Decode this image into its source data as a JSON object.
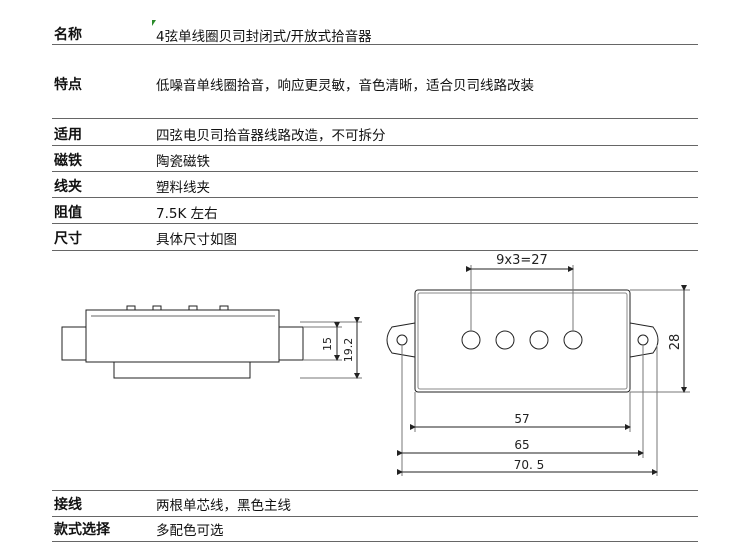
{
  "rows": [
    {
      "label": "名称",
      "value": "4弦单线圈贝司封闭式/开放式拾音器"
    },
    {
      "label": "特点",
      "value": "低噪音单线圈拾音，响应更灵敏，音色清晰，适合贝司线路改装"
    },
    {
      "label": "适用",
      "value": "四弦电贝司拾音器线路改造，不可拆分"
    },
    {
      "label": "磁铁",
      "value": "陶瓷磁铁"
    },
    {
      "label": "线夹",
      "value": "塑料线夹"
    },
    {
      "label": "阻值",
      "value": "7.5K 左右"
    },
    {
      "label": "尺寸",
      "value": "具体尺寸如图"
    },
    {
      "label": "接线",
      "value": "两根单芯线，黑色主线"
    },
    {
      "label": "款式选择",
      "value": "多配色可选"
    }
  ],
  "drawing": {
    "dim_pole_spacing": "9x3=27",
    "dim_height_inner": "15",
    "dim_height_outer": "19.2",
    "dim_width_body": "28",
    "dim_length_57": "57",
    "dim_length_65": "65",
    "dim_length_705": "70. 5"
  }
}
